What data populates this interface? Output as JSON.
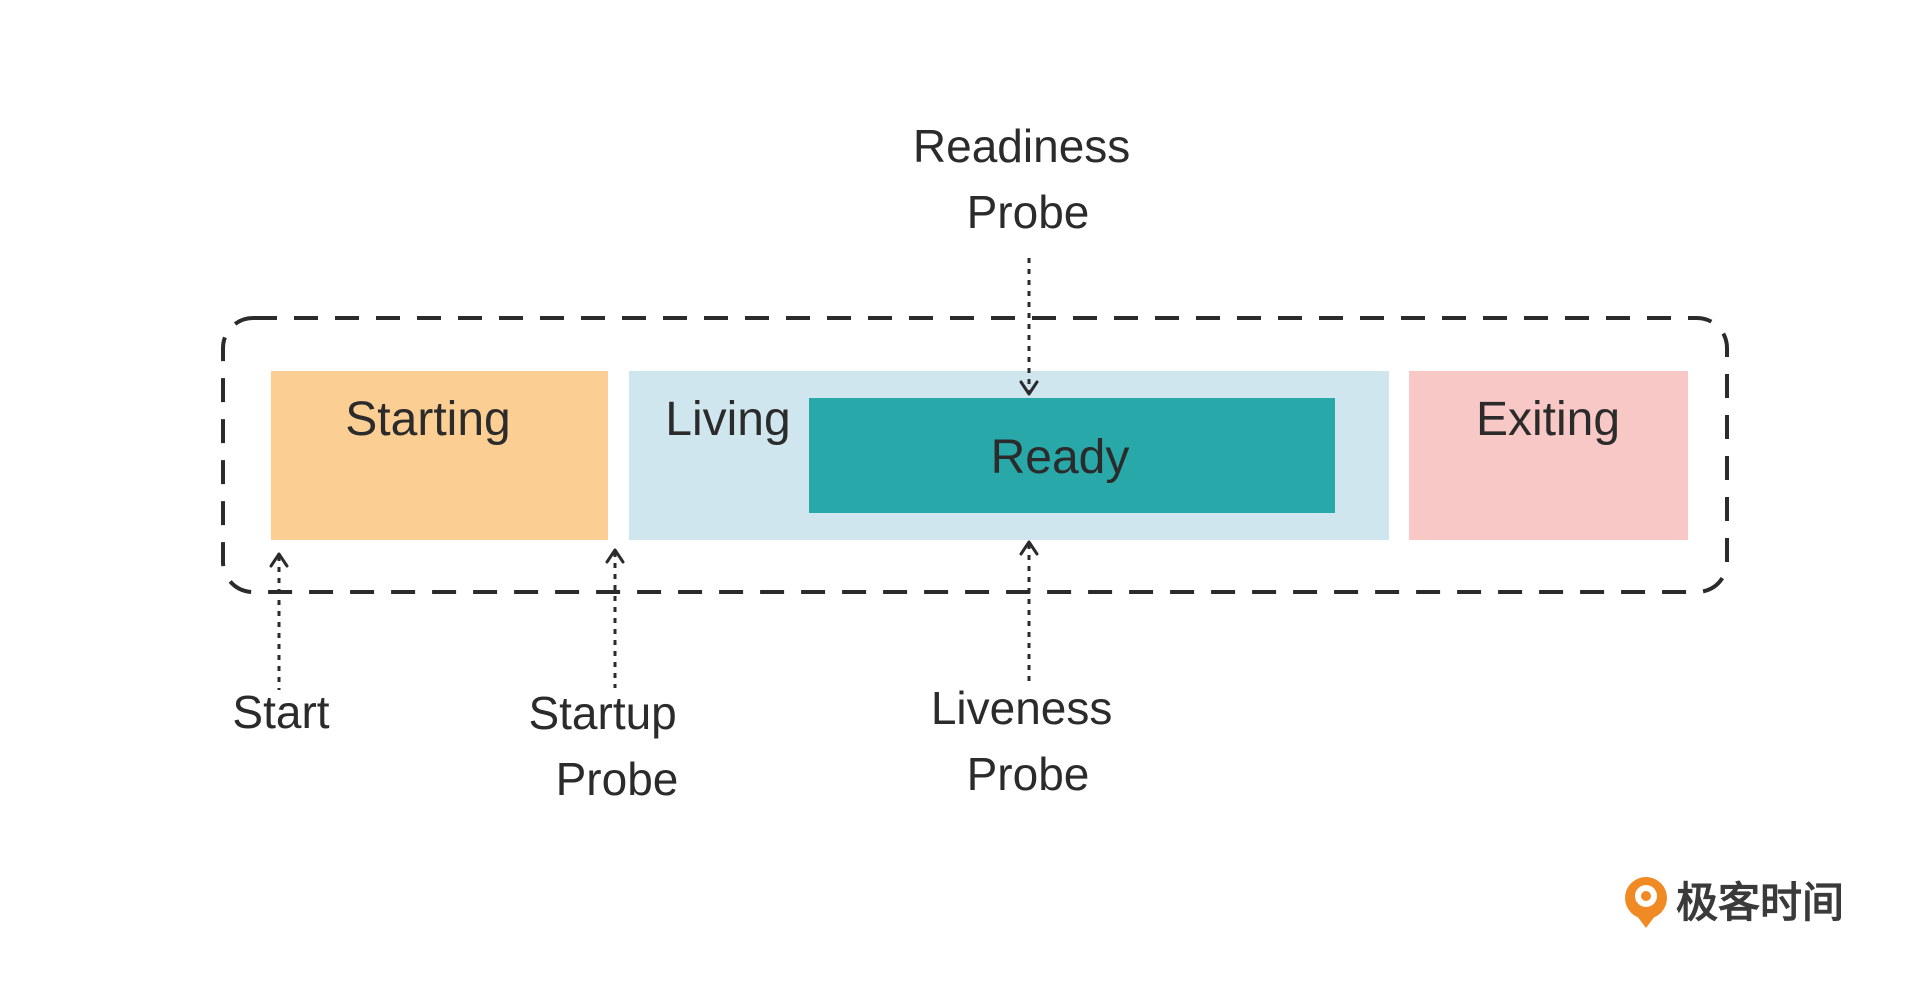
{
  "states": {
    "starting": {
      "label": "Starting",
      "color": "#fbce94"
    },
    "living": {
      "label": "Living",
      "color": "#d0e6ef"
    },
    "ready": {
      "label": "Ready",
      "color": "#29a8a9"
    },
    "exiting": {
      "label": "Exiting",
      "color": "#f8c8c7"
    }
  },
  "probes": {
    "start": {
      "lines": [
        "Start"
      ]
    },
    "startup": {
      "lines": [
        "Startup",
        "Probe"
      ]
    },
    "readiness": {
      "lines": [
        "Readiness",
        "Probe"
      ]
    },
    "liveness": {
      "lines": [
        "Liveness",
        "Probe"
      ]
    }
  },
  "logo": {
    "text": "极客时间",
    "icon": "geektime-logo-icon",
    "color": "#f08a24"
  },
  "border": {
    "style": "dashed",
    "color": "#2b2b2b"
  }
}
